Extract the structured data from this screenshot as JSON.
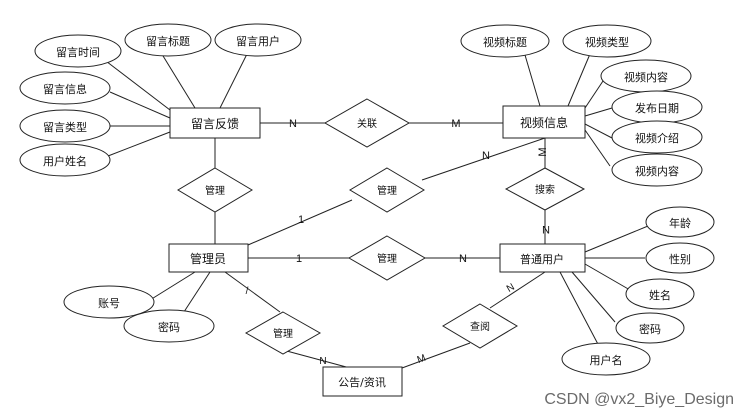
{
  "entities": [
    {
      "id": "feedback",
      "label": "留言反馈"
    },
    {
      "id": "video",
      "label": "视频信息"
    },
    {
      "id": "admin",
      "label": "管理员"
    },
    {
      "id": "user",
      "label": "普通用户"
    },
    {
      "id": "notice",
      "label": "公告/资讯"
    }
  ],
  "relationships": [
    {
      "id": "rel-guanlian",
      "label": "关联"
    },
    {
      "id": "rel-manage-feedback",
      "label": "管理"
    },
    {
      "id": "rel-manage-video",
      "label": "管理"
    },
    {
      "id": "rel-manage-user",
      "label": "管理"
    },
    {
      "id": "rel-search",
      "label": "搜索"
    },
    {
      "id": "rel-manage-notice",
      "label": "管理"
    },
    {
      "id": "rel-query",
      "label": "查阅"
    }
  ],
  "attributes": [
    {
      "id": "fb-time",
      "label": "留言时间"
    },
    {
      "id": "fb-title",
      "label": "留言标题"
    },
    {
      "id": "fb-user",
      "label": "留言用户"
    },
    {
      "id": "fb-info",
      "label": "留言信息"
    },
    {
      "id": "fb-type",
      "label": "留言类型"
    },
    {
      "id": "fb-name",
      "label": "用户姓名"
    },
    {
      "id": "v-title",
      "label": "视频标题"
    },
    {
      "id": "v-type",
      "label": "视频类型"
    },
    {
      "id": "v-content1",
      "label": "视频内容"
    },
    {
      "id": "v-date",
      "label": "发布日期"
    },
    {
      "id": "v-intro",
      "label": "视频介绍"
    },
    {
      "id": "v-content2",
      "label": "视频内容"
    },
    {
      "id": "u-age",
      "label": "年龄"
    },
    {
      "id": "u-gender",
      "label": "性别"
    },
    {
      "id": "u-name",
      "label": "姓名"
    },
    {
      "id": "u-pwd",
      "label": "密码"
    },
    {
      "id": "u-username",
      "label": "用户名"
    },
    {
      "id": "a-account",
      "label": "账号"
    },
    {
      "id": "a-pwd",
      "label": "密码"
    }
  ],
  "cardinalities": [
    {
      "id": "c1",
      "label": "N"
    },
    {
      "id": "c2",
      "label": "M"
    },
    {
      "id": "c3",
      "label": "M"
    },
    {
      "id": "c4",
      "label": "N"
    },
    {
      "id": "c5",
      "label": "1"
    },
    {
      "id": "c6",
      "label": "N"
    },
    {
      "id": "c7",
      "label": "1"
    },
    {
      "id": "c8",
      "label": "N"
    },
    {
      "id": "c9",
      "label": "/"
    },
    {
      "id": "c10",
      "label": "N"
    },
    {
      "id": "c11",
      "label": "M"
    },
    {
      "id": "c12",
      "label": "N"
    }
  ],
  "watermark": "CSDN @vx2_Biye_Design",
  "colors": {
    "entity": "#ffffff",
    "relationship": "#ffffff",
    "attribute": "#ffffff",
    "stroke": "#222222"
  }
}
